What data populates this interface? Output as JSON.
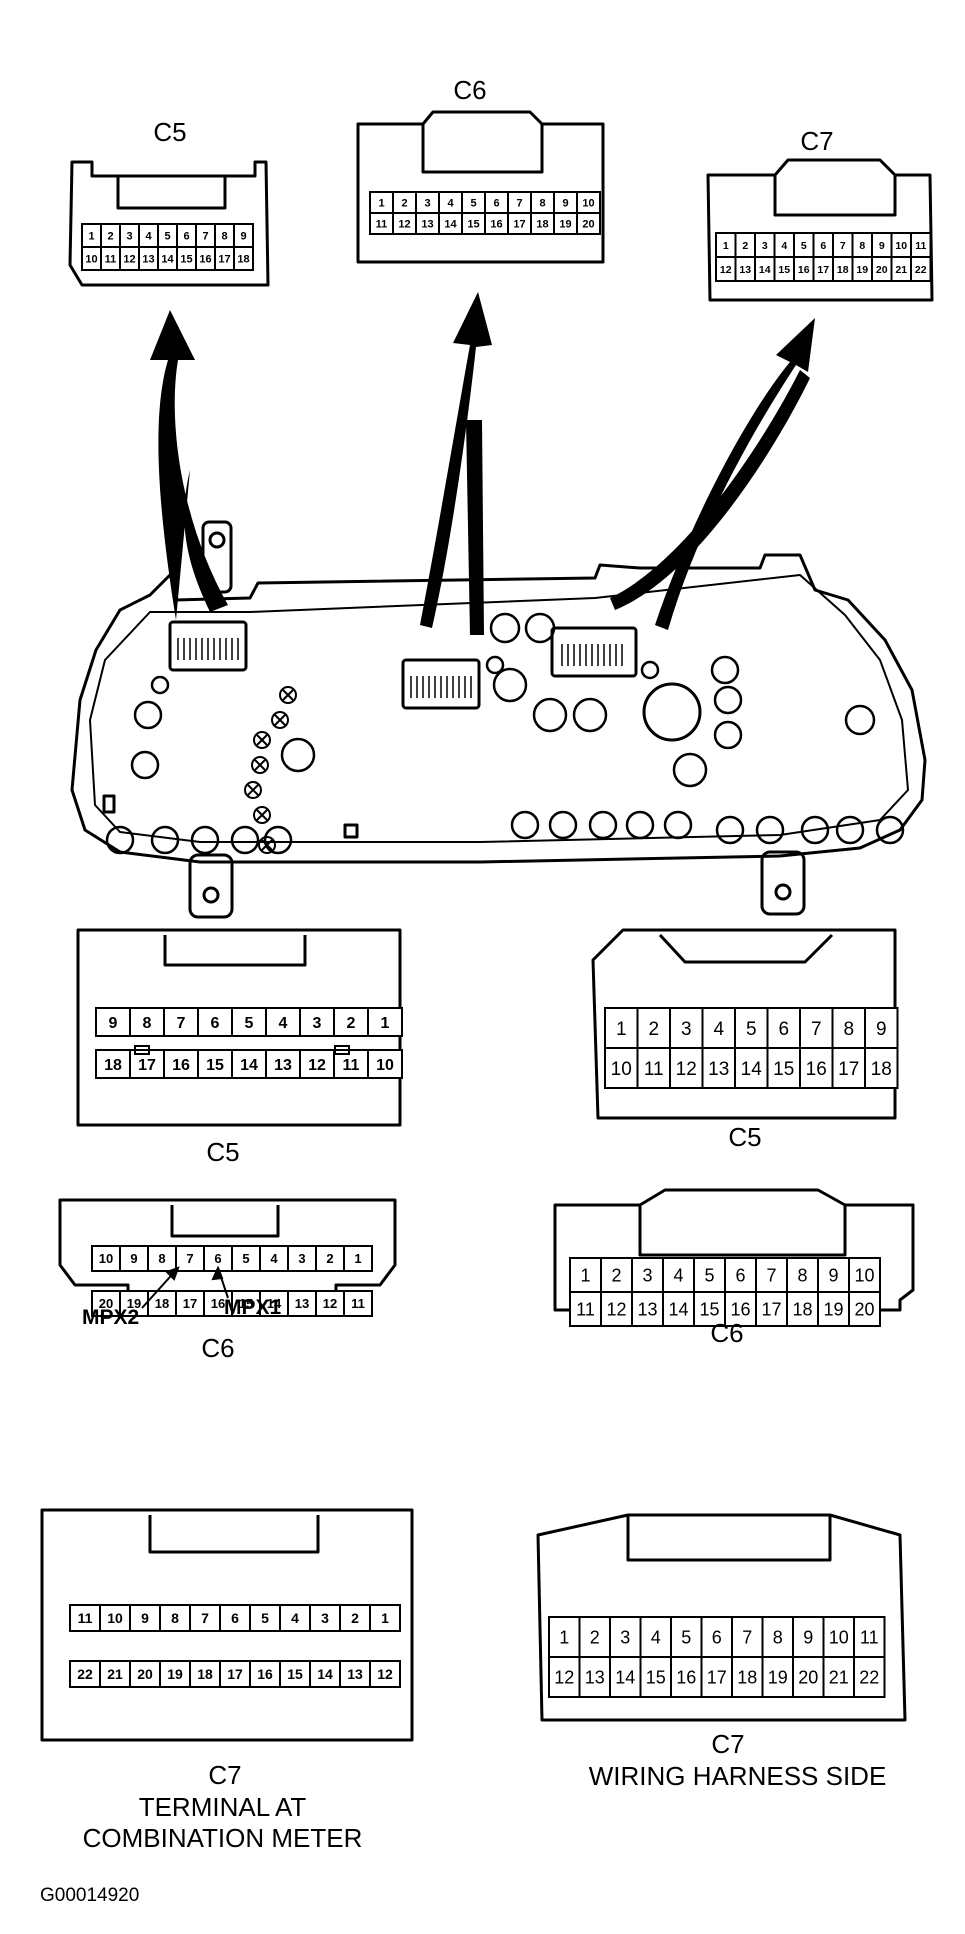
{
  "top_connectors": [
    {
      "label": "C5",
      "rows": [
        [
          "1",
          "2",
          "3",
          "4",
          "5",
          "6",
          "7",
          "8",
          "9"
        ],
        [
          "10",
          "11",
          "12",
          "13",
          "14",
          "15",
          "16",
          "17",
          "18"
        ]
      ]
    },
    {
      "label": "C6",
      "rows": [
        [
          "1",
          "2",
          "3",
          "4",
          "5",
          "6",
          "7",
          "8",
          "9",
          "10"
        ],
        [
          "11",
          "12",
          "13",
          "14",
          "15",
          "16",
          "17",
          "18",
          "19",
          "20"
        ]
      ]
    },
    {
      "label": "C7",
      "rows": [
        [
          "1",
          "2",
          "3",
          "4",
          "5",
          "6",
          "7",
          "8",
          "9",
          "10",
          "11"
        ],
        [
          "12",
          "13",
          "14",
          "15",
          "16",
          "17",
          "18",
          "19",
          "20",
          "21",
          "22"
        ]
      ]
    }
  ],
  "meter_side": {
    "c5": {
      "label": "C5",
      "rows": [
        [
          "9",
          "8",
          "7",
          "6",
          "5",
          "4",
          "3",
          "2",
          "1"
        ],
        [
          "18",
          "17",
          "16",
          "15",
          "14",
          "13",
          "12",
          "11",
          "10"
        ]
      ]
    },
    "c6": {
      "label": "C6",
      "rows": [
        [
          "10",
          "9",
          "8",
          "7",
          "6",
          "5",
          "4",
          "3",
          "2",
          "1"
        ],
        [
          "20",
          "19",
          "18",
          "17",
          "16",
          "15",
          "14",
          "13",
          "12",
          "11"
        ]
      ],
      "callouts": [
        "MPX2",
        "MPX1"
      ]
    },
    "c7": {
      "label": "C7",
      "rows": [
        [
          "11",
          "10",
          "9",
          "8",
          "7",
          "6",
          "5",
          "4",
          "3",
          "2",
          "1"
        ],
        [
          "22",
          "21",
          "20",
          "19",
          "18",
          "17",
          "16",
          "15",
          "14",
          "13",
          "12"
        ]
      ]
    },
    "caption_line1": "TERMINAL AT",
    "caption_line2": "COMBINATION METER"
  },
  "harness_side": {
    "c5": {
      "label": "C5",
      "rows": [
        [
          "1",
          "2",
          "3",
          "4",
          "5",
          "6",
          "7",
          "8",
          "9"
        ],
        [
          "10",
          "11",
          "12",
          "13",
          "14",
          "15",
          "16",
          "17",
          "18"
        ]
      ]
    },
    "c6": {
      "label": "C6",
      "rows": [
        [
          "1",
          "2",
          "3",
          "4",
          "5",
          "6",
          "7",
          "8",
          "9",
          "10"
        ],
        [
          "11",
          "12",
          "13",
          "14",
          "15",
          "16",
          "17",
          "18",
          "19",
          "20"
        ]
      ]
    },
    "c7": {
      "label": "C7",
      "rows": [
        [
          "1",
          "2",
          "3",
          "4",
          "5",
          "6",
          "7",
          "8",
          "9",
          "10",
          "11"
        ],
        [
          "12",
          "13",
          "14",
          "15",
          "16",
          "17",
          "18",
          "19",
          "20",
          "21",
          "22"
        ]
      ]
    },
    "caption": "WIRING HARNESS SIDE"
  },
  "figure_code": "G00014920"
}
